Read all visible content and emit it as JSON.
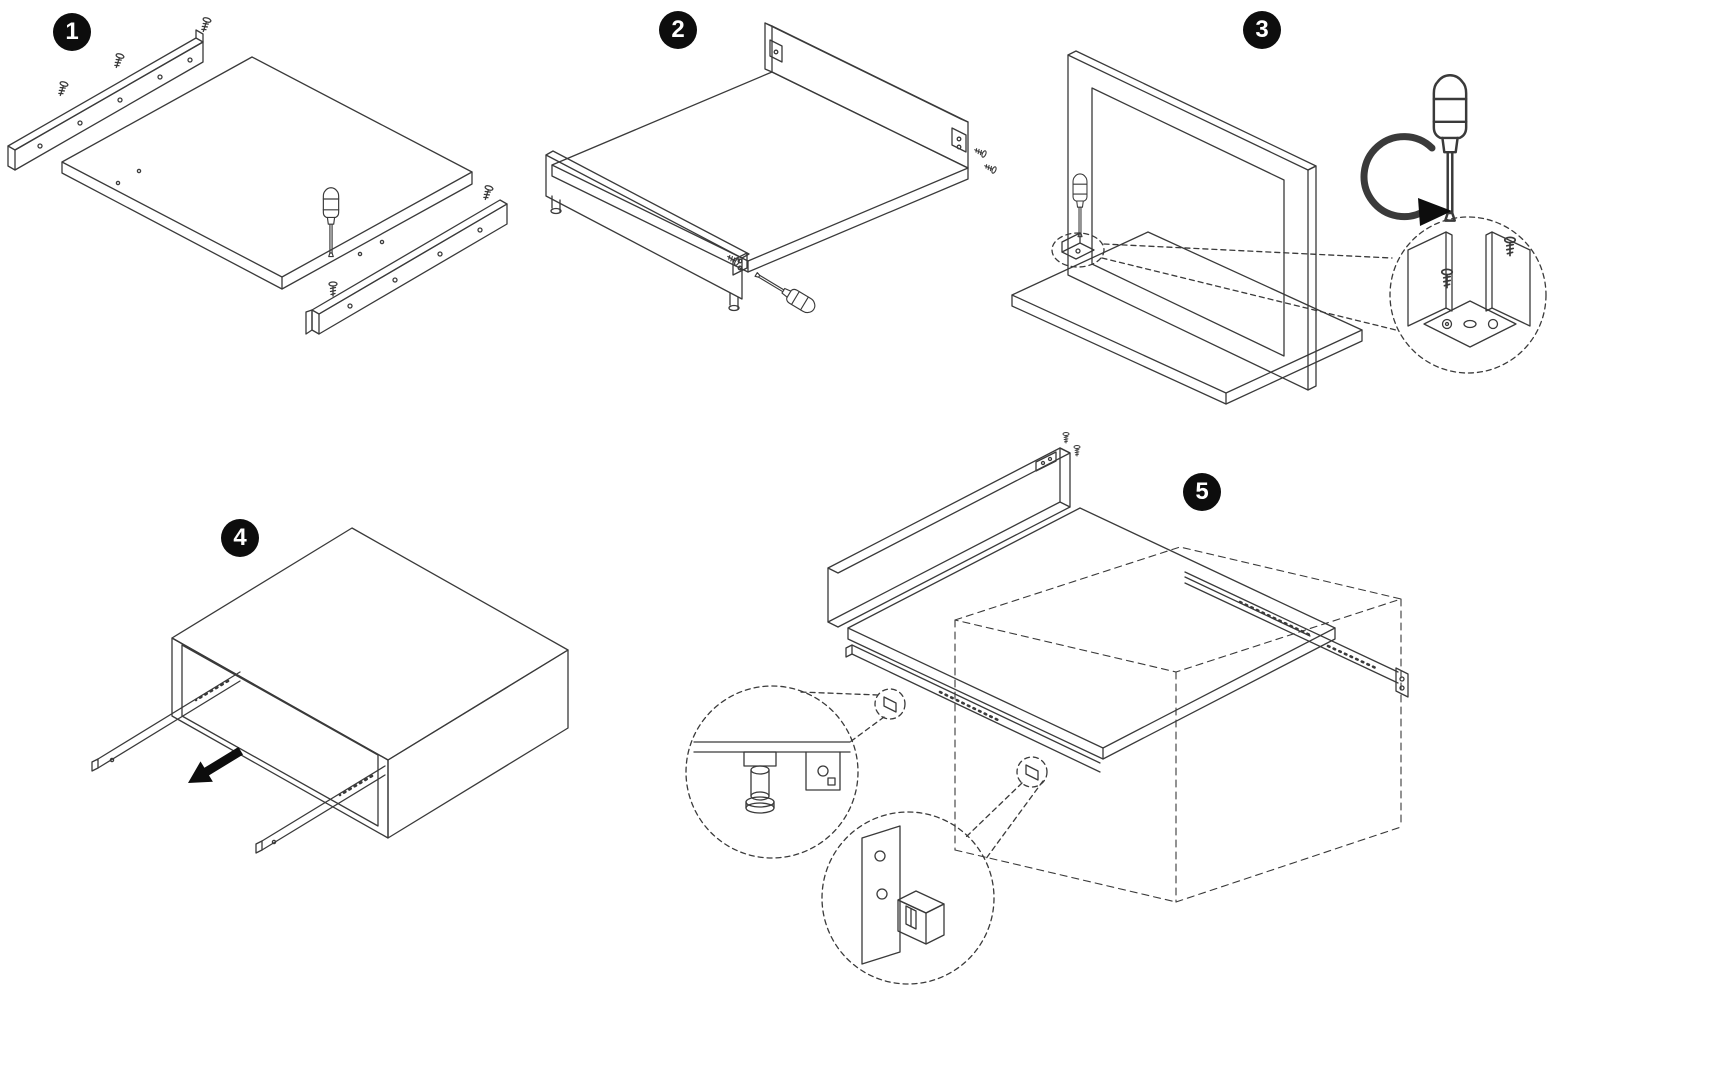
{
  "colors": {
    "background": "#ffffff",
    "line_color": "#3a3a3a",
    "badge_color": "#0d0d0d",
    "badge_text_color": "#ffffff"
  },
  "steps": [
    {
      "number": "1"
    },
    {
      "number": "2"
    },
    {
      "number": "3"
    },
    {
      "number": "4"
    },
    {
      "number": "5"
    }
  ],
  "icons": {
    "screwdriver": "outlined-screwdriver-glyph",
    "screw": "outlined-screw-glyph",
    "pull_direction_arrow": "solid-black-arrow",
    "rotation_arrow": "solid-black-curved-arrow",
    "zoom_detail": "dashed-circle-magnifier"
  }
}
